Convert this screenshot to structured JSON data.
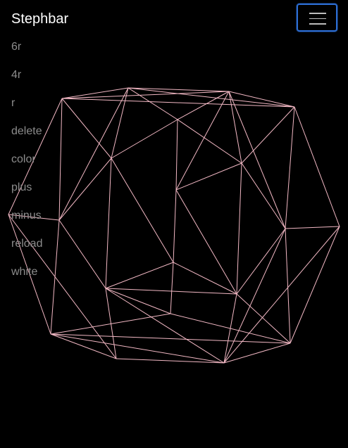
{
  "navbar": {
    "brand": "Stephbar",
    "toggler_icon": "hamburger-icon",
    "toggler_border_color": "#2d6fd6"
  },
  "menu": {
    "items": [
      "6r",
      "4r",
      "r",
      "delete",
      "color",
      "plus",
      "minus",
      "reload",
      "white"
    ]
  },
  "viewport": {
    "background": "#000000",
    "line_color": "#f2b8c4"
  }
}
